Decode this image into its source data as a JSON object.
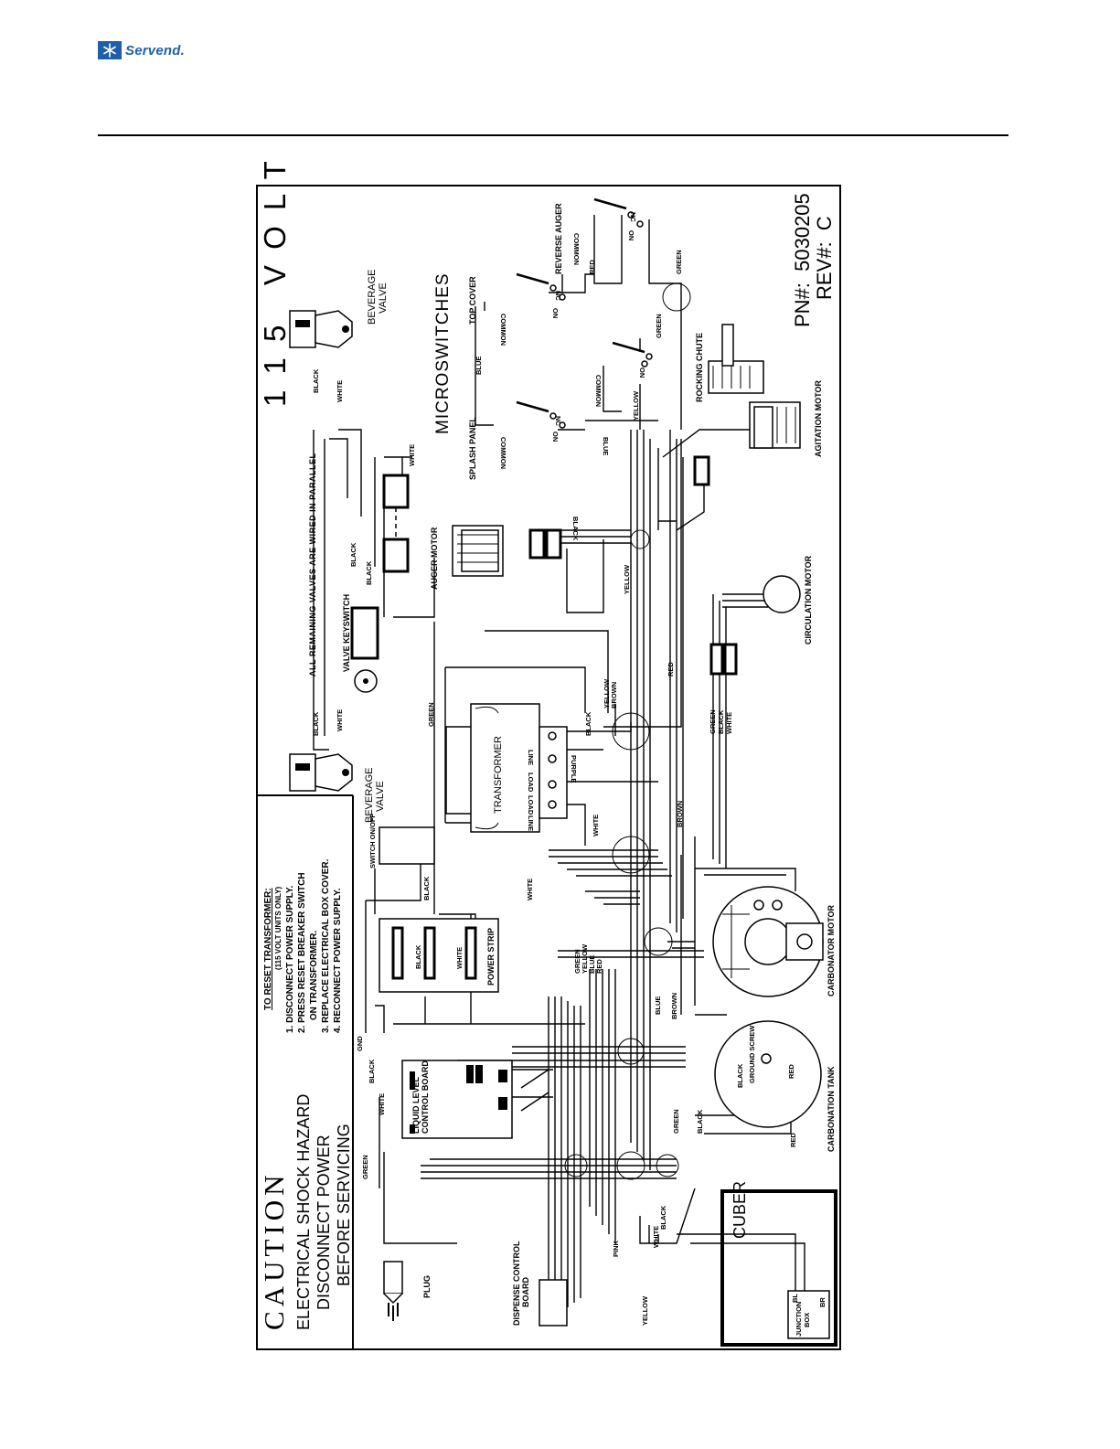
{
  "brand": {
    "name": "Servend."
  },
  "title_block": {
    "voltage": "1 1 5   V O L T",
    "pn": "PN#:  5030205",
    "rev": "REV#:  C"
  },
  "caution": {
    "heading": "CAUTION",
    "line1": "ELECTRICAL SHOCK HAZARD",
    "line2": "DISCONNECT POWER",
    "line3": "BEFORE SERVICING"
  },
  "reset": {
    "heading": "TO RESET TRANSFORMER:",
    "sub": "(115 VOLT UNITS ONLY)",
    "steps": [
      "1.  DISCONNECT POWER SUPPLY.",
      "2.  PRESS RESET BREAKER SWITCH",
      "     ON TRANSFORMER.",
      "3.  REPLACE ELECTRICAL BOX COVER.",
      "4.  RECONNECT POWER SUPPLY."
    ]
  },
  "components": {
    "beverage_valve": "BEVERAGE",
    "valve": "VALVE",
    "valves_note": "ALL REMAINING VALVES ARE WIRED IN PARALLEL",
    "valve_keyswitch": "VALVE KEYSWITCH",
    "switch_onoff": "SWITCH ON/OFF",
    "power_strip": "POWER STRIP",
    "transformer": "TRANSFORMER",
    "auger_motor": "AUGER MOTOR",
    "microswitches": "MICROSWITCHES",
    "splash_panel": "SPLASH PANEL",
    "top_cover": "TOP COVER",
    "reverse_auger": "REVERSE AUGER",
    "rocking_chute": "ROCKING CHUTE",
    "agitation_motor": "AGITATION MOTOR",
    "circulation_motor": "CIRCULATION MOTOR",
    "carbonator_motor": "CARBONATOR MOTOR",
    "carbonation_tank": "CARBONATION TANK",
    "ground_screw": "GROUND SCREW",
    "liquid_level": "LIQUID LEVEL",
    "control_board": "CONTROL BOARD",
    "dispense_control": "DISPENSE CONTROL",
    "board": "BOARD",
    "cuber": "CUBER",
    "junction": "JUNCTION",
    "box": "BOX",
    "bl": "BL",
    "br": "BR",
    "plug": "PLUG",
    "gnd": "GND",
    "common": "COMMON",
    "on": "ON",
    "nc": "NC",
    "line": "LINE",
    "load": "LOAD"
  },
  "wires": {
    "black": "BLACK",
    "white": "WHITE",
    "green": "GREEN",
    "blue": "BLUE",
    "red": "RED",
    "yellow": "YELLOW",
    "brown": "BROWN",
    "purple": "PURPLE",
    "pink": "PINK"
  }
}
